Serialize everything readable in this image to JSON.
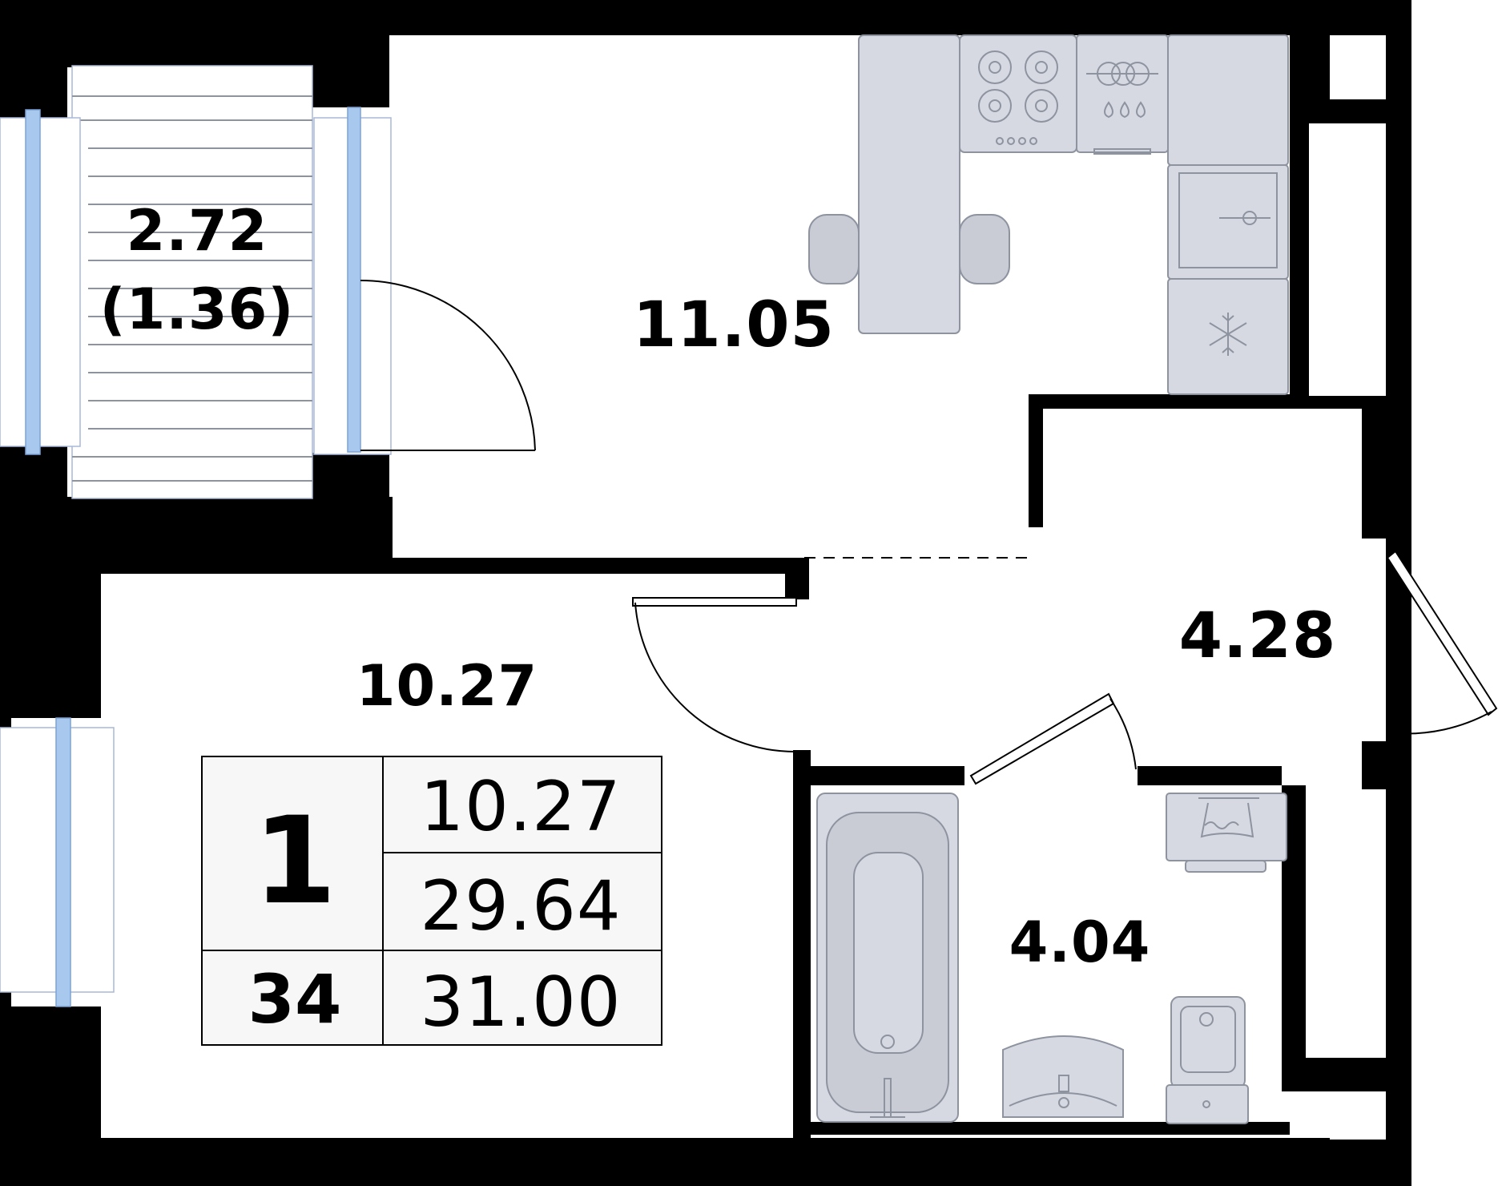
{
  "rooms": {
    "balcony_area": "2.72",
    "balcony_reduced": "(1.36)",
    "kitchen": "11.05",
    "living": "10.27",
    "hall": "4.28",
    "bathroom": "4.04"
  },
  "summary": {
    "room_count": "1",
    "apartment_number": "34",
    "living_area": "10.27",
    "total_area": "29.64",
    "total_with_balcony": "31.00"
  },
  "colors": {
    "wall": "#000000",
    "fixture_fill": "#d6d9e1",
    "fixture_stroke": "#8e93a0",
    "window_glass": "#a9c8ee"
  },
  "icons": {
    "stove": "stove-icon",
    "fridge": "snowflake-icon",
    "oven": "oven-icon",
    "bathtub": "bathtub-icon",
    "sink": "sink-icon",
    "toilet": "toilet-icon",
    "washer": "washing-machine-icon"
  }
}
